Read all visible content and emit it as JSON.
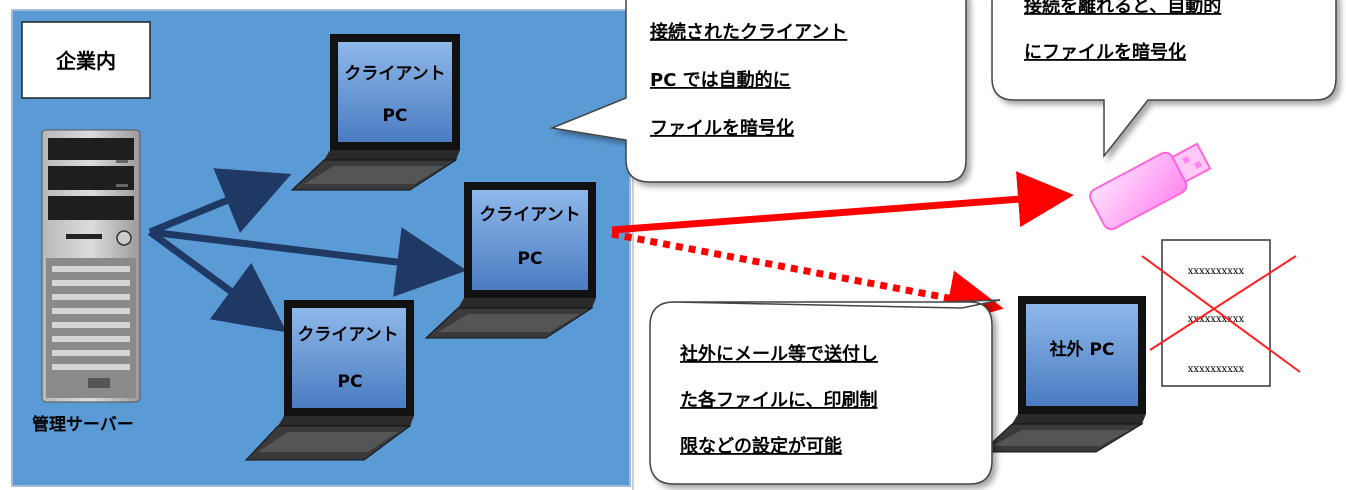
{
  "zone": {
    "label": "企業内"
  },
  "server": {
    "label": "管理サーバー"
  },
  "clients": [
    {
      "line1": "クライアント",
      "line2": "PC"
    },
    {
      "line1": "クライアント",
      "line2": "PC"
    },
    {
      "line1": "クライアント",
      "line2": "PC"
    }
  ],
  "external_pc": {
    "label": "社外 PC"
  },
  "callouts": {
    "auto_encrypt": [
      "接続されたクライアント",
      "PC では自動的に",
      "ファイルを暗号化"
    ],
    "usb_encrypt": [
      "接続を離れると、自動的",
      "にファイルを暗号化"
    ],
    "mail_restrict": [
      "社外にメール等で送付し",
      "た各ファイルに、印刷制",
      "限などの設定が可能"
    ]
  },
  "document": {
    "lines": [
      "xxxxxxxxxx",
      "xxxxxxxxxx",
      "xxxxxxxxxx"
    ]
  },
  "colors": {
    "zone_fill": "#5b9bd5",
    "arrow_navy": "#1f3864",
    "arrow_red": "#ff0000",
    "usb_pink": "#ff99ff",
    "screen_blue": "#5a8ed0"
  }
}
